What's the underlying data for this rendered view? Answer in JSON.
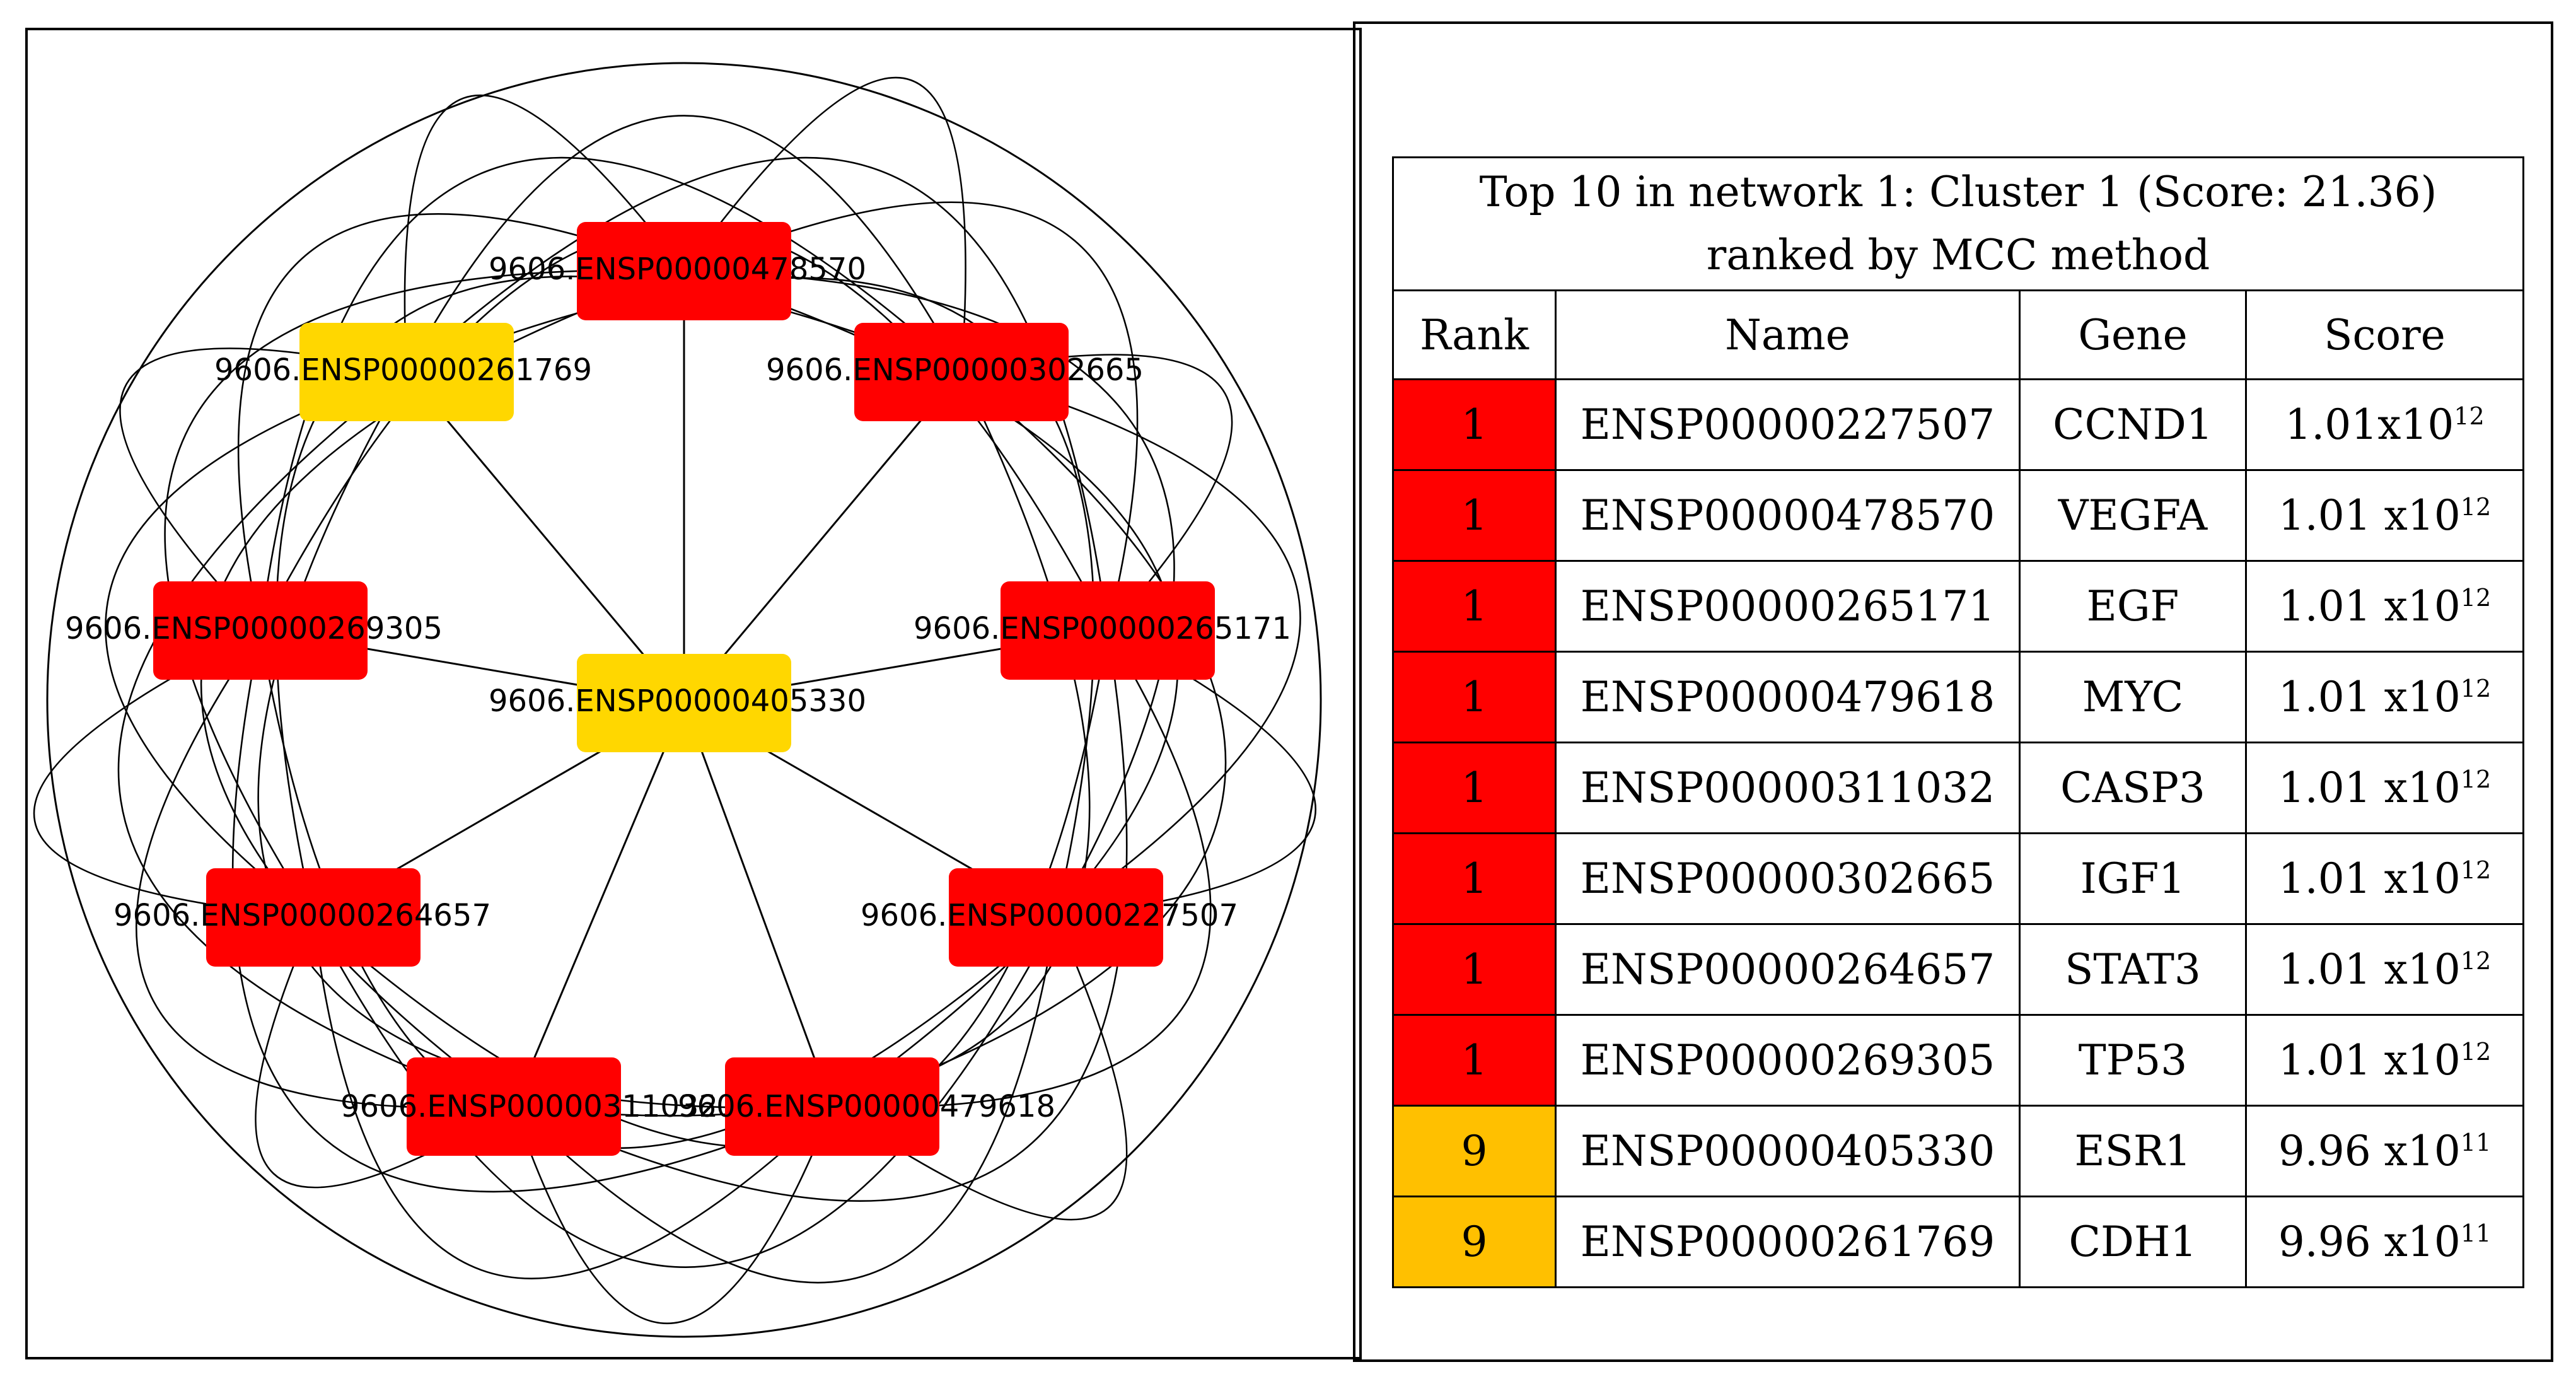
{
  "network": {
    "nodes": [
      {
        "id": "n1",
        "prefix": "9606.",
        "accession": "ENSP00000478570",
        "color": "#ff0000"
      },
      {
        "id": "n2",
        "prefix": "9606.",
        "accession": "ENSP00000261769",
        "color": "#ffd700"
      },
      {
        "id": "n3",
        "prefix": "9606.",
        "accession": "ENSP00000302665",
        "color": "#ff0000"
      },
      {
        "id": "n4",
        "prefix": "9606.",
        "accession": "ENSP00000269305",
        "color": "#ff0000"
      },
      {
        "id": "n5",
        "prefix": "9606.",
        "accession": "ENSP00000265171",
        "color": "#ff0000"
      },
      {
        "id": "n6",
        "prefix": "9606.",
        "accession": "ENSP00000405330",
        "color": "#ffd700"
      },
      {
        "id": "n7",
        "prefix": "9606.",
        "accession": "ENSP00000264657",
        "color": "#ff0000"
      },
      {
        "id": "n8",
        "prefix": "9606.",
        "accession": "ENSP00000227507",
        "color": "#ff0000"
      },
      {
        "id": "n9",
        "prefix": "9606.",
        "accession": "ENSP00000311032",
        "color": "#ff0000"
      },
      {
        "id": "n10",
        "prefix": "9606.",
        "accession": "ENSP00000479618",
        "color": "#ff0000"
      }
    ],
    "hub": "n6",
    "edge_color": "#000000"
  },
  "table": {
    "title_line1": "Top 10 in network 1: Cluster 1 (Score: 21.36)",
    "title_line2": "ranked by MCC method",
    "headers": {
      "rank": "Rank",
      "name": "Name",
      "gene": "Gene",
      "score": "Score"
    },
    "rows": [
      {
        "rank": "1",
        "name": "ENSP00000227507",
        "gene": "CCND1",
        "score_base": "1.01x10",
        "score_exp": "12",
        "rank_color": "#ff0000"
      },
      {
        "rank": "1",
        "name": "ENSP00000478570",
        "gene": "VEGFA",
        "score_base": "1.01 x10",
        "score_exp": "12",
        "rank_color": "#ff0000"
      },
      {
        "rank": "1",
        "name": "ENSP00000265171",
        "gene": "EGF",
        "score_base": "1.01 x10",
        "score_exp": "12",
        "rank_color": "#ff0000"
      },
      {
        "rank": "1",
        "name": "ENSP00000479618",
        "gene": "MYC",
        "score_base": "1.01 x10",
        "score_exp": "12",
        "rank_color": "#ff0000"
      },
      {
        "rank": "1",
        "name": "ENSP00000311032",
        "gene": "CASP3",
        "score_base": "1.01 x10",
        "score_exp": "12",
        "rank_color": "#ff0000"
      },
      {
        "rank": "1",
        "name": "ENSP00000302665",
        "gene": "IGF1",
        "score_base": "1.01 x10",
        "score_exp": "12",
        "rank_color": "#ff0000"
      },
      {
        "rank": "1",
        "name": "ENSP00000264657",
        "gene": "STAT3",
        "score_base": "1.01 x10",
        "score_exp": "12",
        "rank_color": "#ff0000"
      },
      {
        "rank": "1",
        "name": "ENSP00000269305",
        "gene": "TP53",
        "score_base": "1.01 x10",
        "score_exp": "12",
        "rank_color": "#ff0000"
      },
      {
        "rank": "9",
        "name": "ENSP00000405330",
        "gene": "ESR1",
        "score_base": "9.96 x10",
        "score_exp": "11",
        "rank_color": "#ffc000"
      },
      {
        "rank": "9",
        "name": "ENSP00000261769",
        "gene": "CDH1",
        "score_base": "9.96 x10",
        "score_exp": "11",
        "rank_color": "#ffc000"
      }
    ]
  }
}
